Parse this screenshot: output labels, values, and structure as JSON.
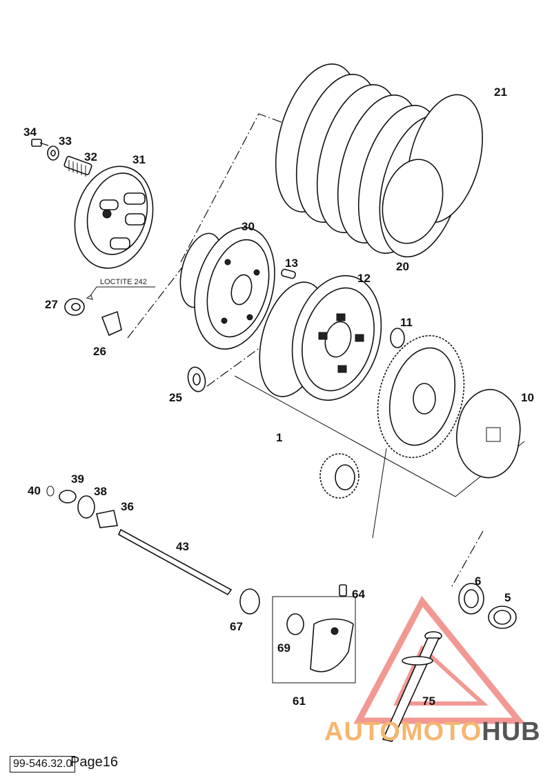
{
  "callouts": [
    {
      "id": "c34",
      "text": "34"
    },
    {
      "id": "c33",
      "text": "33"
    },
    {
      "id": "c32",
      "text": "32"
    },
    {
      "id": "c31",
      "text": "31"
    },
    {
      "id": "c30",
      "text": "30"
    },
    {
      "id": "c13",
      "text": "13"
    },
    {
      "id": "c12",
      "text": "12"
    },
    {
      "id": "c21",
      "text": "21"
    },
    {
      "id": "c20",
      "text": "20"
    },
    {
      "id": "c27",
      "text": "27"
    },
    {
      "id": "c26",
      "text": "26"
    },
    {
      "id": "c25",
      "text": "25"
    },
    {
      "id": "c11",
      "text": "11"
    },
    {
      "id": "c10",
      "text": "10"
    },
    {
      "id": "c1",
      "text": "1"
    },
    {
      "id": "c40",
      "text": "40"
    },
    {
      "id": "c39",
      "text": "39"
    },
    {
      "id": "c38",
      "text": "38"
    },
    {
      "id": "c36",
      "text": "36"
    },
    {
      "id": "c43",
      "text": "43"
    },
    {
      "id": "c64",
      "text": "64"
    },
    {
      "id": "c6",
      "text": "6"
    },
    {
      "id": "c5",
      "text": "5"
    },
    {
      "id": "c67",
      "text": "67"
    },
    {
      "id": "c69",
      "text": "69"
    },
    {
      "id": "c61",
      "text": "61"
    },
    {
      "id": "c75",
      "text": "75"
    }
  ],
  "note": "LOCTITE 242",
  "footer": {
    "code": "99-546.32.0",
    "page": "Page16"
  },
  "watermark": {
    "part1": "AUTOMOTO",
    "part2": "HUB",
    "accent": "#f5b66e",
    "triangle_color": "#e8453c"
  }
}
